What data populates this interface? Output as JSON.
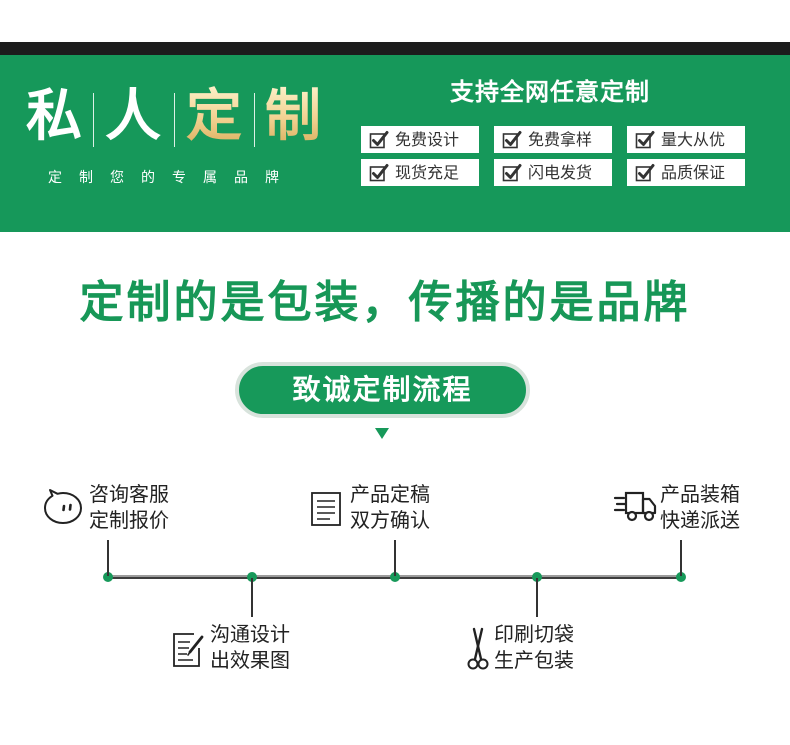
{
  "header": {
    "title_chars": [
      "私",
      "人",
      "定",
      "制"
    ],
    "subtitle": "定制您的专属品牌",
    "support_title": "支持全网任意定制",
    "features": [
      "免费设计",
      "免费拿样",
      "量大从优",
      "现货充足",
      "闪电发货",
      "品质保证"
    ],
    "feature_icon": "checkbox-check-icon"
  },
  "headline": "定制的是包装，传播的是品牌",
  "process": {
    "title": "致诚定制流程",
    "steps": [
      {
        "icon": "chat-face-icon",
        "lines": [
          "咨询客服",
          "定制报价"
        ]
      },
      {
        "icon": "document-edit-icon",
        "lines": [
          "沟通设计",
          "出效果图"
        ]
      },
      {
        "icon": "document-icon",
        "lines": [
          "产品定稿",
          "双方确认"
        ]
      },
      {
        "icon": "scissors-icon",
        "lines": [
          "印刷切袋",
          "生产包装"
        ]
      },
      {
        "icon": "delivery-truck-icon",
        "lines": [
          "产品装箱",
          "快递派送"
        ]
      }
    ]
  },
  "colors": {
    "brand_green": "#16985a",
    "headline_green": "#179757",
    "title_gold": "#f0d08e",
    "top_bar": "#1c1c1c"
  }
}
